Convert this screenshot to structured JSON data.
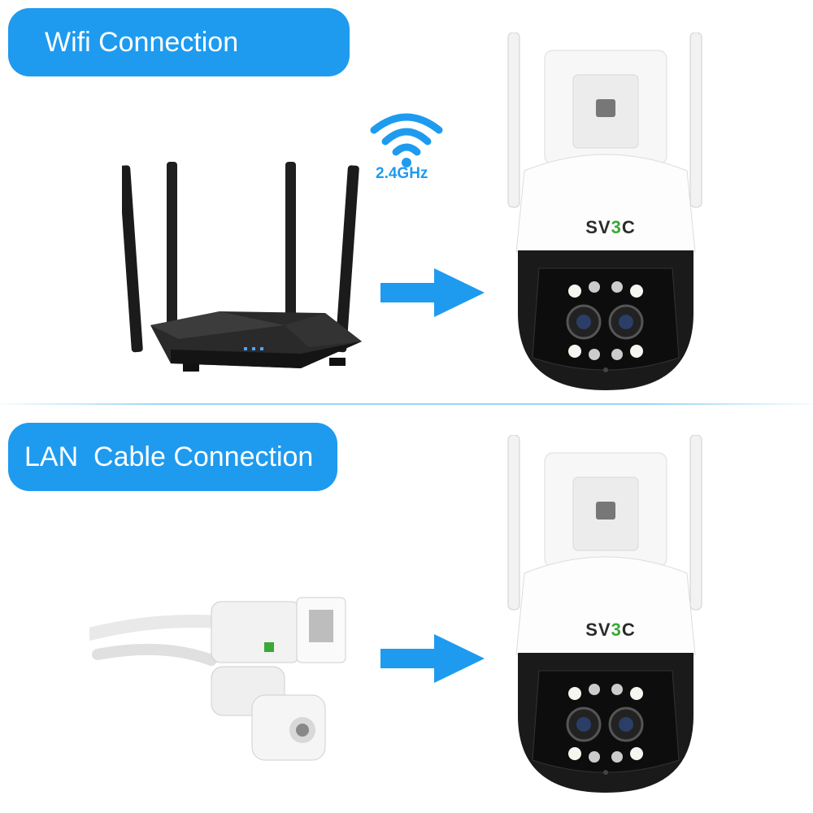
{
  "sections": {
    "wifi": {
      "title": "Wifi Connection",
      "band": "2.4GHz"
    },
    "lan": {
      "title": "LAN  Cable Connection"
    }
  },
  "brand": {
    "part1": "SV",
    "part2": "3",
    "part3": "C"
  },
  "colors": {
    "accent": "#1e9bef",
    "brand_green": "#3aa935",
    "camera_body": "#ffffff",
    "camera_dark": "#1a1a1a"
  },
  "icons": {
    "wifi": "wifi-signal-icon",
    "arrow": "right-arrow-icon"
  }
}
